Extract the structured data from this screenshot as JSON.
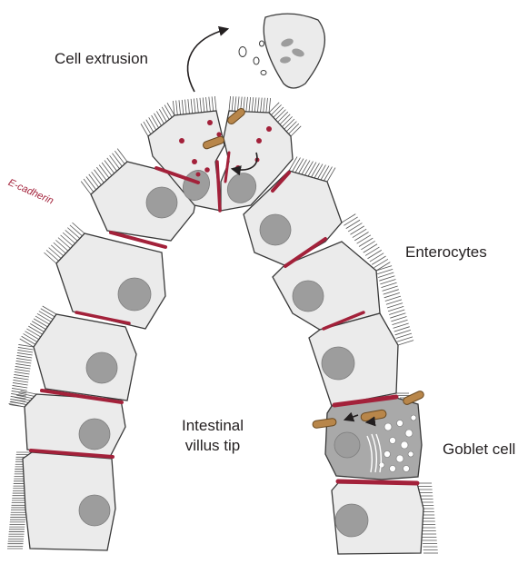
{
  "labels": {
    "cell_extrusion": "Cell extrusion",
    "e_cadherin": "E-cadherin",
    "enterocytes": "Enterocytes",
    "villus_tip_line1": "Intestinal",
    "villus_tip_line2": "villus tip",
    "goblet_cell": "Goblet cell"
  },
  "colors": {
    "cell_fill": "#ebebeb",
    "cell_outline": "#3a3a3a",
    "nucleus": "#9d9d9d",
    "junction": "#a3213a",
    "bacteria": "#b8864a",
    "goblet_fill": "#a9a9a9",
    "microvilli": "#555555"
  },
  "icons": [
    "curved-arrow-icon",
    "bacteria-rod-icon",
    "granule-dot-icon"
  ]
}
